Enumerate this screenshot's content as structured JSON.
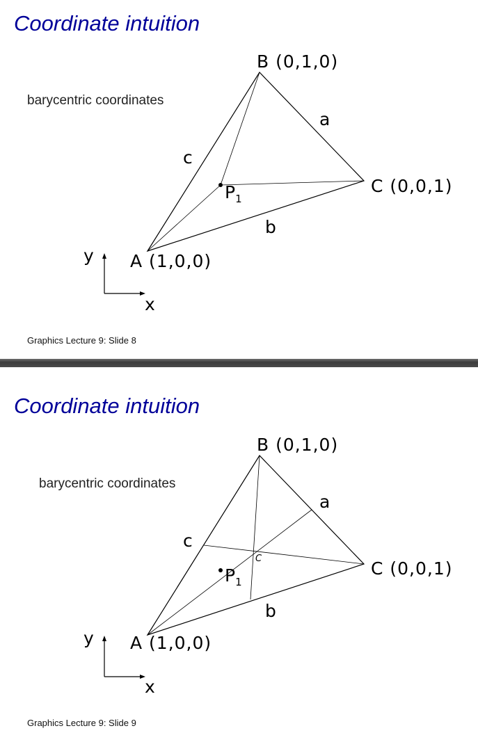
{
  "slides": [
    {
      "title": "Coordinate intuition",
      "subtitle": "barycentric coordinates",
      "footer": "Graphics Lecture 9: Slide 8",
      "vertices": {
        "A": "A (1,0,0)",
        "B": "B (0,1,0)",
        "C": "C (0,0,1)"
      },
      "edges": {
        "a": "a",
        "b": "b",
        "c": "c"
      },
      "point": {
        "name": "P",
        "subscript": "1"
      },
      "axes": {
        "x": "x",
        "y": "y"
      }
    },
    {
      "title": "Coordinate intuition",
      "subtitle": "barycentric coordinates",
      "footer": "Graphics Lecture 9: Slide 9",
      "vertices": {
        "A": "A (1,0,0)",
        "B": "B (0,1,0)",
        "C": "C (0,0,1)"
      },
      "edges": {
        "a": "a",
        "b": "b",
        "c": "c"
      },
      "point": {
        "name": "P",
        "subscript": "1"
      },
      "centroid_label": "C",
      "axes": {
        "x": "x",
        "y": "y"
      }
    }
  ]
}
